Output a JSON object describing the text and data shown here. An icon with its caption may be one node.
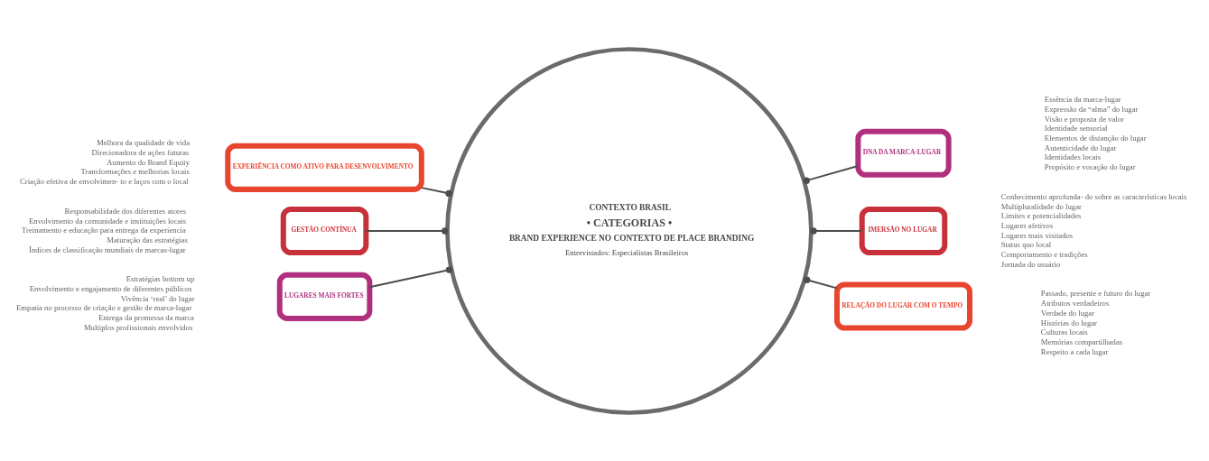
{
  "diagram": {
    "nodes": [
      {
        "text": [
          "CONTEXTO BRASIL",
          "• CATEGORIAS •",
          "BRAND EXPERIENCE NO CONTEXTO DE PLACE BRANDING",
          "Entrevistados: Especialistas Brasileiros"
        ]
      },
      {
        "text": [
          "EXPERIÊNCIA COMO ATIVO PARA DESENVOLVIMENTO"
        ],
        "beside": [
          "Melhora da qualidade de vida",
          "Direcionadora de ações futuras",
          "Aumento do Brand Equity",
          "Transformações e melhorias locais",
          "Criação efetiva de envolvimen- to e laços com o local"
        ]
      },
      {
        "text": [
          "DNA DA MARCA-LUGAR"
        ],
        "beside": [
          "Essência da marca-lugar",
          "Expressão da “alma” do lugar",
          "Visão e proposta de valor",
          "Identidade sensorial",
          "Elementos de distanção do lugar",
          "Autenticidade do lugar",
          "Identidades locais",
          "Propósito e vocação do lugar"
        ]
      },
      {
        "text": [
          "GESTÃO CONTÍNUA"
        ],
        "beside": [
          "Responsabilidade dos diferentes atores",
          "Envolvimento da comunidade e instituições locais",
          "Treinamento e educação para entrega da experiencia",
          "Maturação das estratégias",
          "Índices de classificação mundiais de marcas-lugar"
        ]
      },
      {
        "text": [
          "IMERSÃO NO LUGAR"
        ],
        "beside": [
          "Conhecimento aprofunda- do sobre as características locais",
          "Multipluralidade do lugar",
          "Limites e potencialidades",
          "Lugares afetivos",
          "Lugares mais visitados",
          "Status quo local",
          "Comportamento e tradições",
          "Jornada do usuário"
        ]
      },
      {
        "text": [
          "LUGARES MAIS FORTES"
        ],
        "beside": [
          "Estratégias bottom up",
          "Envolvimento e engajamento de diferentes públicos",
          "Vivência ‘real’ do lugar",
          "Empatia no processo de criação e gestão de marca-lugar",
          "Entrega da promessa da marca",
          "Multiplos profissionais envolvidos"
        ]
      },
      {
        "text": [
          "RELAÇÃO DO LUGAR COM O TEMPO"
        ],
        "beside": [
          "Passado, presente e futuro do lugar",
          "Atributos verdadeiros",
          "Verdade do lugar",
          "Histórias do lugar",
          "Culturas locais",
          "Memórias compartilhadas",
          "Respeito a cada lugar"
        ]
      }
    ],
    "edges": [
      {
        "from": 0,
        "to": 1,
        "arrow": "other"
      },
      {
        "from": 0,
        "to": 2,
        "arrow": "other"
      },
      {
        "from": 0,
        "to": 3,
        "arrow": "other"
      },
      {
        "from": 0,
        "to": 4,
        "arrow": "other"
      },
      {
        "from": 0,
        "to": 5,
        "arrow": "other"
      },
      {
        "from": 0,
        "to": 6,
        "arrow": "other"
      }
    ]
  }
}
